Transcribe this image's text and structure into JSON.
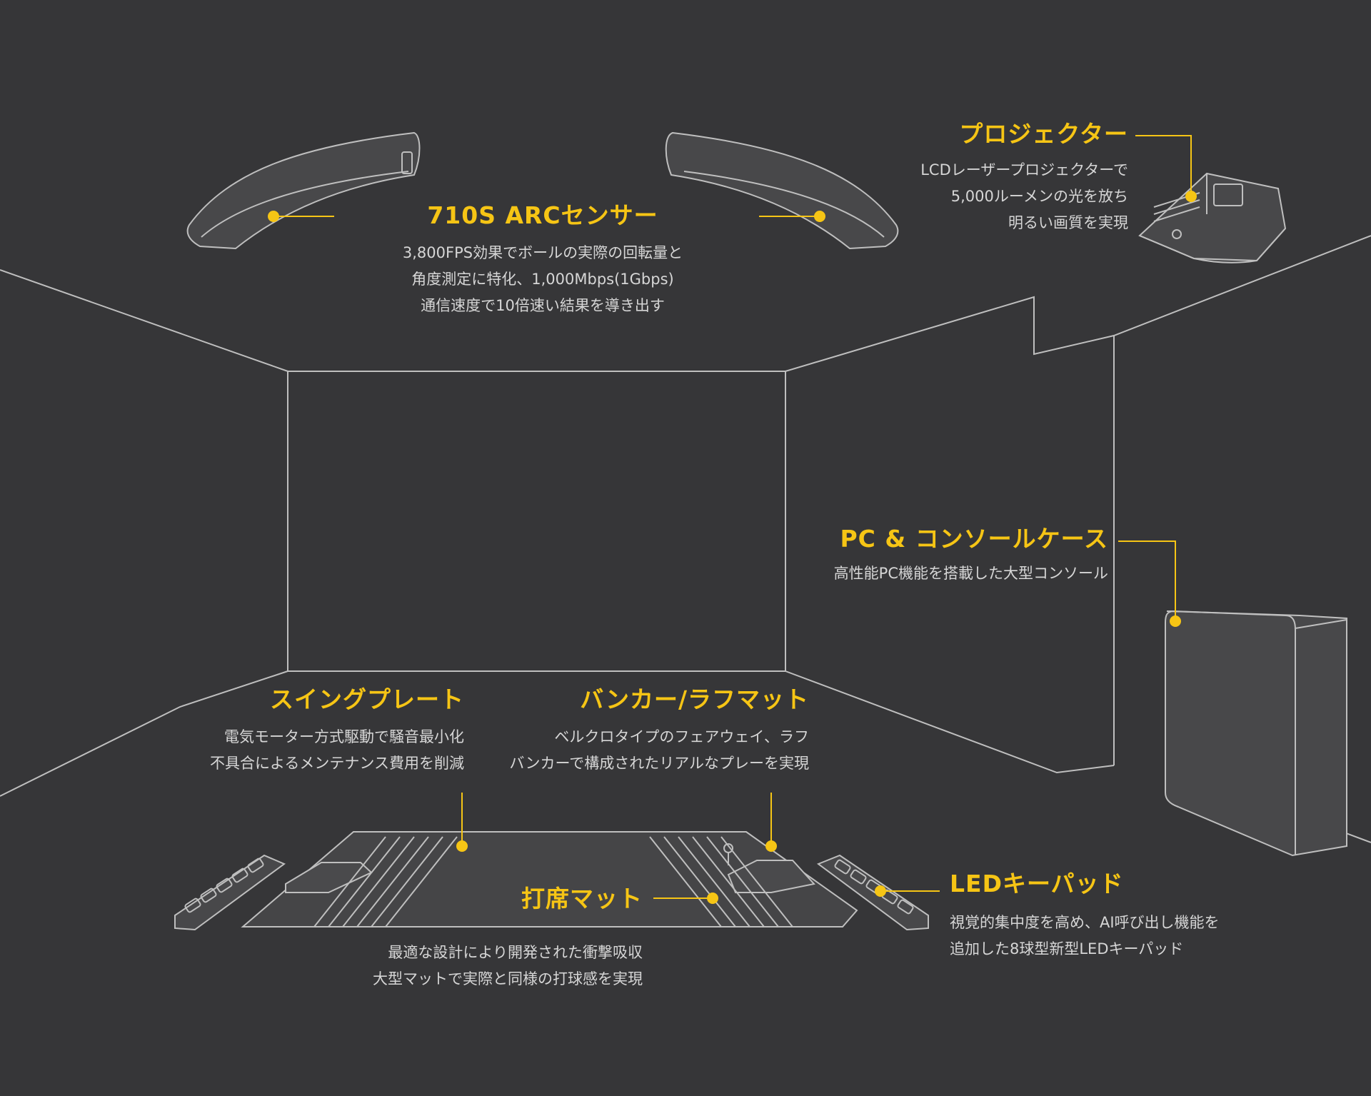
{
  "colors": {
    "background": "#363638",
    "accent": "#f6c515",
    "line": "#bfbfbf",
    "device_fill": "#4a4a4c",
    "text": "#d6d6d6"
  },
  "features": {
    "arc_sensor": {
      "title": "710S ARCセンサー",
      "lines": [
        "3,800FPS効果でボールの実際の回転量と",
        "角度測定に特化、1,000Mbps(1Gbps)",
        "通信速度で10倍速い結果を導き出す"
      ]
    },
    "projector": {
      "title": "プロジェクター",
      "lines": [
        "LCDレーザープロジェクターで",
        "5,000ルーメンの光を放ち",
        "明るい画質を実現"
      ]
    },
    "pc_case": {
      "title": "PC & コンソールケース",
      "lines": [
        "高性能PC機能を搭載した大型コンソール"
      ]
    },
    "swing_plate": {
      "title": "スイングプレート",
      "lines": [
        "電気モーター方式駆動で騒音最小化",
        "不具合によるメンテナンス費用を削減"
      ]
    },
    "bunker_mat": {
      "title": "バンカー/ラフマット",
      "lines": [
        "ベルクロタイプのフェアウェイ、ラフ",
        "バンカーで構成されたリアルなプレーを実現"
      ]
    },
    "hitting_mat": {
      "title": "打席マット",
      "lines": [
        "最適な設計により開発された衝撃吸収",
        "大型マットで実際と同様の打球感を実現"
      ]
    },
    "led_keypad": {
      "title": "LEDキーパッド",
      "lines": [
        "視覚的集中度を高め、AI呼び出し機能を",
        "追加した8球型新型LEDキーパッド"
      ]
    }
  }
}
